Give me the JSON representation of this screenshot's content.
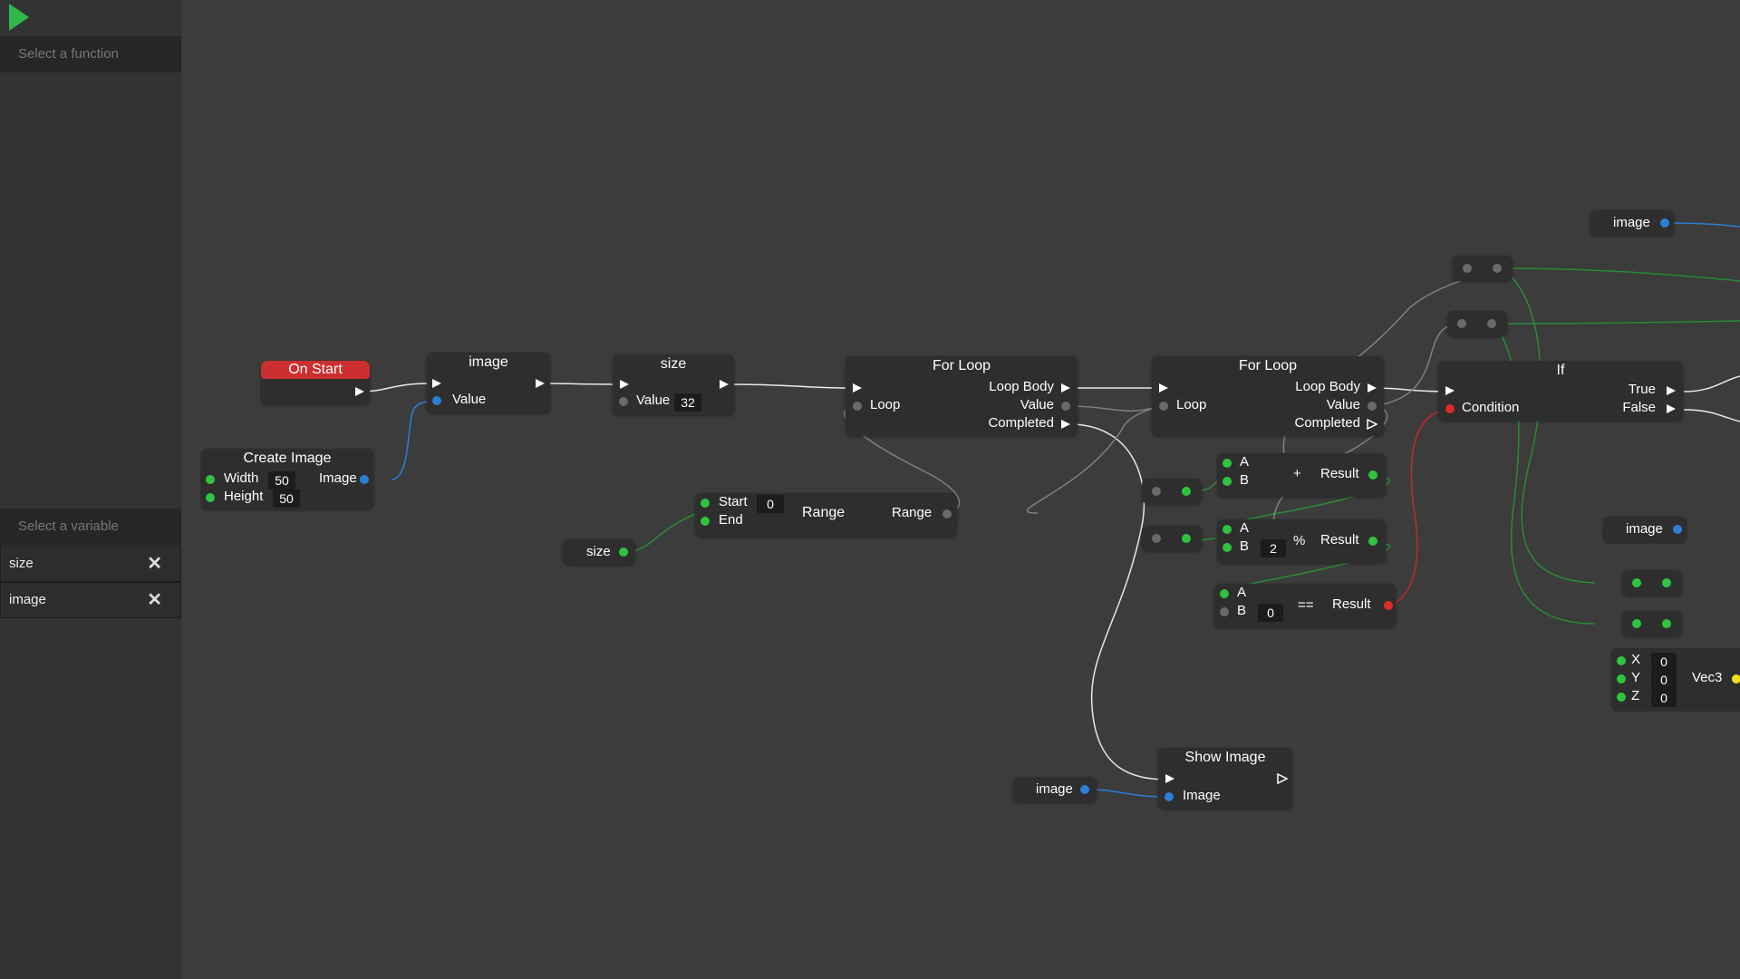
{
  "toolbar": {
    "run_icon": "play-icon",
    "run_color": "#2fb848"
  },
  "sidebar": {
    "function_select": "Select a function",
    "variable_select": "Select a variable",
    "variables": [
      {
        "name": "size",
        "delete_icon": "close-icon"
      },
      {
        "name": "image",
        "delete_icon": "close-icon"
      }
    ]
  },
  "nodes": {
    "on_start": {
      "title": "On Start",
      "color": "#cc2f2f"
    },
    "set_image": {
      "title": "image",
      "value_label": "Value"
    },
    "set_size": {
      "title": "size",
      "value_label": "Value",
      "value": "32"
    },
    "create_image": {
      "title": "Create Image",
      "width_label": "Width",
      "width": "50",
      "height_label": "Height",
      "height": "50",
      "out_label": "Image"
    },
    "range": {
      "title": "Range",
      "start_label": "Start",
      "start": "0",
      "end_label": "End",
      "out_label": "Range"
    },
    "get_size": {
      "title": "size"
    },
    "for_loop_1": {
      "title": "For Loop",
      "loop": "Loop",
      "body": "Loop Body",
      "value": "Value",
      "completed": "Completed"
    },
    "for_loop_2": {
      "title": "For Loop",
      "loop": "Loop",
      "body": "Loop Body",
      "value": "Value",
      "completed": "Completed"
    },
    "if_node": {
      "title": "If",
      "condition": "Condition",
      "true_label": "True",
      "false_label": "False"
    },
    "add": {
      "a": "A",
      "b": "B",
      "op": "+",
      "result": "Result"
    },
    "mod": {
      "a": "A",
      "b": "B",
      "b_value": "2",
      "op": "%",
      "result": "Result"
    },
    "eq": {
      "a": "A",
      "b": "B",
      "b_value": "0",
      "op": "==",
      "result": "Result"
    },
    "show_image": {
      "title": "Show Image",
      "image_label": "Image"
    },
    "get_image_bottom": {
      "title": "image"
    },
    "get_image_top_right": {
      "title": "image"
    },
    "get_image_mid_right": {
      "title": "image"
    },
    "vec3": {
      "title": "Vec3",
      "x_label": "X",
      "x": "0",
      "y_label": "Y",
      "y": "0",
      "z_label": "Z",
      "z": "0"
    }
  }
}
